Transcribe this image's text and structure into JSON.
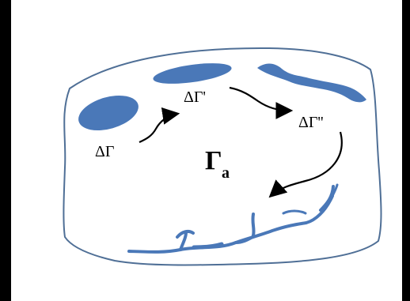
{
  "diagram": {
    "labels": {
      "delta_gamma": "ΔΓ",
      "delta_gamma_prime": "ΔΓ'",
      "delta_gamma_double_prime": "ΔΓ''",
      "gamma_main": "Γ",
      "gamma_sub": "a"
    },
    "colors": {
      "background": "#000000",
      "panel": "#ffffff",
      "outline": "#4f6f96",
      "shape_fill": "#4a78b8",
      "arrow": "#000000"
    }
  }
}
